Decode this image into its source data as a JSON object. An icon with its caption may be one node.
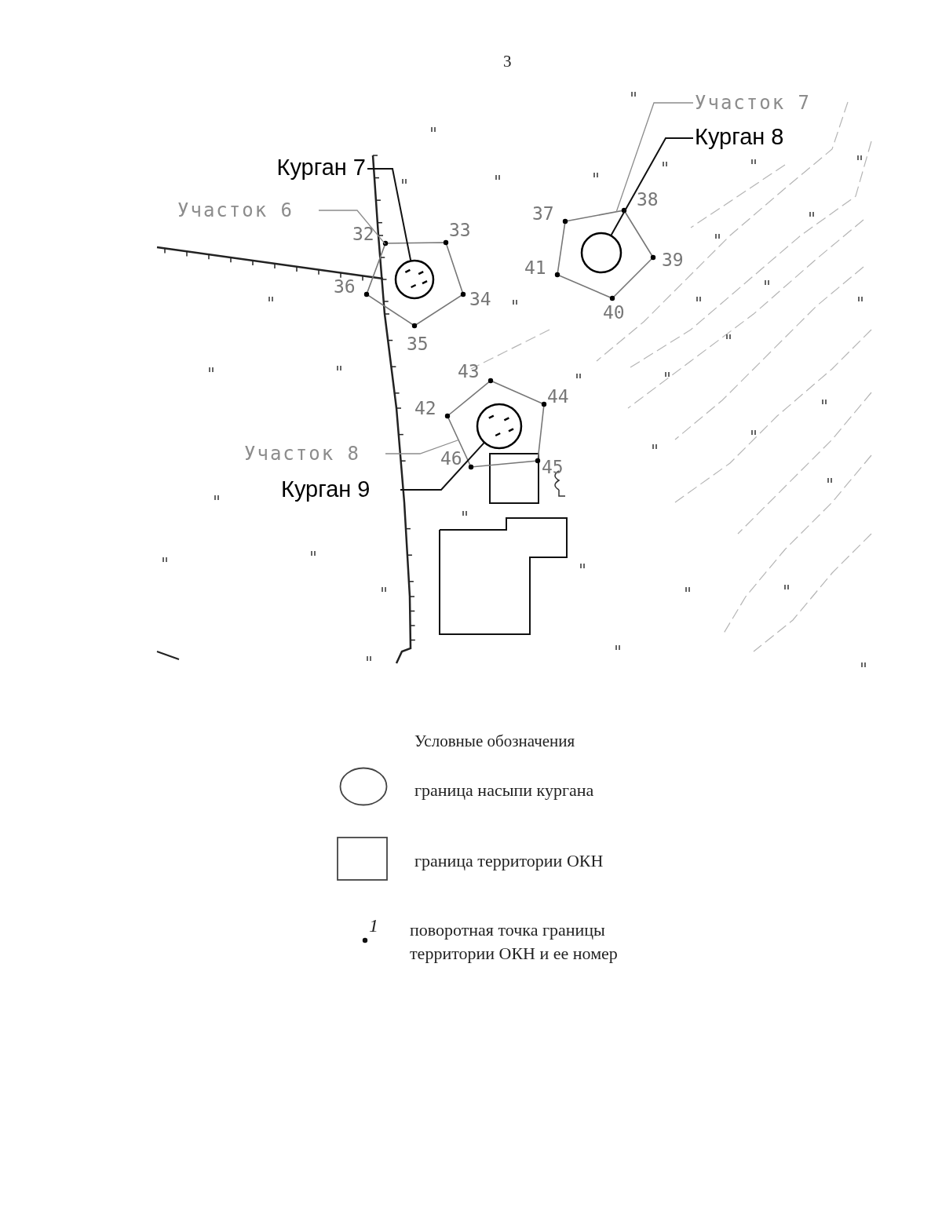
{
  "diagram": {
    "nodes": [
      {
        "text": [
          "Участок 7"
        ]
      },
      {
        "text": [
          "Курган 8"
        ]
      },
      {
        "text": [
          "Курган 7"
        ]
      },
      {
        "text": [
          "Участок 6"
        ]
      },
      {
        "text": [],
        "shape": "polygon"
      },
      {
        "text": [],
        "shape": "circle",
        "in": 4
      },
      {
        "text": [],
        "shape": "polygon"
      },
      {
        "text": [],
        "shape": "circle",
        "in": 6
      },
      {
        "text": [],
        "shape": "polygon"
      },
      {
        "text": [],
        "shape": "circle",
        "in": 8
      },
      {
        "text": [
          "Участок 8"
        ]
      },
      {
        "text": [
          "Курган 9"
        ]
      }
    ],
    "edges": [
      {
        "from": 0,
        "to": 4,
        "arrow": "none",
        "color": "#8c8c8c"
      },
      {
        "from": 1,
        "to": 5,
        "arrow": "none",
        "color": "#111111"
      },
      {
        "from": 2,
        "to": 7,
        "arrow": "none",
        "color": "#111111"
      },
      {
        "from": 3,
        "to": 6,
        "arrow": "none",
        "color": "#8c8c8c"
      },
      {
        "from": 10,
        "to": 8,
        "arrow": "none",
        "color": "#8c8c8c"
      },
      {
        "from": 11,
        "to": 9,
        "arrow": "none",
        "color": "#111111"
      }
    ],
    "labels": [
      "3",
      "32",
      "33",
      "34",
      "35",
      "36",
      "37",
      "38",
      "39",
      "40",
      "41",
      "42",
      "43",
      "44",
      "45",
      "46",
      "Условные обозначения",
      "1"
    ],
    "legend": [
      {
        "text": "граница насыпи кургана"
      },
      {
        "text": "граница территории ОКН"
      },
      {
        "text": "поворотная точка границы территории ОКН и ее номер"
      }
    ]
  }
}
